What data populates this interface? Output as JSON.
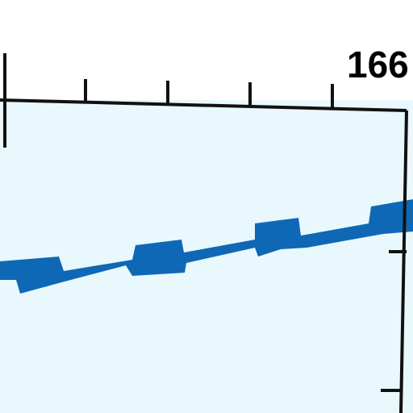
{
  "map": {
    "colors": {
      "sea": "#e8f8fd",
      "margin": "#ffffff",
      "border": "#111111",
      "route": "#0f68b6"
    },
    "top_scale_label": "166",
    "features": [
      "map-border",
      "graticule-ticks",
      "route-band"
    ]
  }
}
